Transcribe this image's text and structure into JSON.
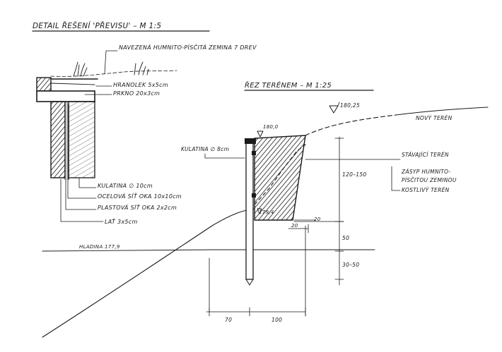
{
  "titles": {
    "detail": "DETAIL ŘEŠENÍ 'PŘEVISU' – M 1:5",
    "section": "ŘEZ TERÉNEM – M 1:25"
  },
  "detail_labels": {
    "soil": "NAVEZENÁ HUMNITO-PÍSČITÁ ZEMINA 7 DREV",
    "batten_top": "HRANOLEK 5x5cm",
    "plank": "PRKNO 20x3cm",
    "post": "KULATINA ∅ 10cm",
    "steel_mesh": "OCELOVÁ SÍŤ OKA 10x10cm",
    "plastic_mesh": "PLASTOVÁ SÍŤ OKA 2x2cm",
    "lath": "LAŤ 3x5cm"
  },
  "section_labels": {
    "level_top": "180,25",
    "level_post": "180,0",
    "level_toe": "179,4",
    "new_terrain": "NOVÝ TERÉN",
    "existing_terrain": "STÁVAJÍCÍ TERÉN",
    "backfill_line1": "ZÁSYP HUMNITO-",
    "backfill_line2": "PÍSČITOU ZEMINOU",
    "rock_terrain": "KOSTLIVÝ TERÉN",
    "post": "KULATINA ∅ 8cm",
    "water_level": "HLADINA 177,9"
  },
  "dimensions": {
    "h_backfill": "120–150",
    "h_50": "50",
    "h_embed": "30–50",
    "w_20a": "20",
    "w_20b": "20",
    "w_70": "70",
    "w_100": "100"
  }
}
